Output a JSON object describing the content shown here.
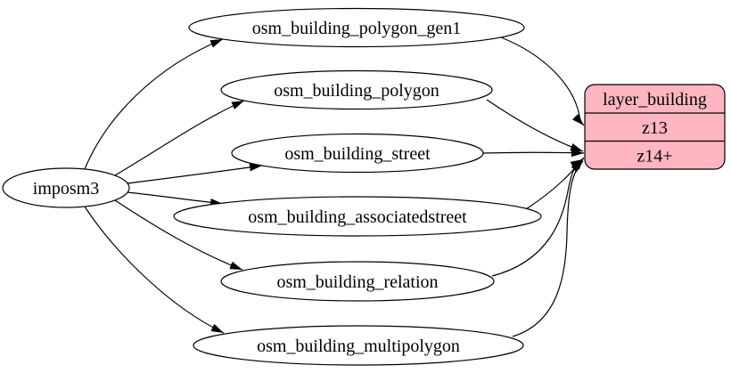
{
  "diagram": {
    "source": {
      "label": "imposm3"
    },
    "tables": [
      {
        "label": "osm_building_polygon_gen1"
      },
      {
        "label": "osm_building_polygon"
      },
      {
        "label": "osm_building_street"
      },
      {
        "label": "osm_building_associatedstreet"
      },
      {
        "label": "osm_building_relation"
      },
      {
        "label": "osm_building_multipolygon"
      }
    ],
    "layer": {
      "title": "layer_building",
      "rows": [
        "z13",
        "z14+"
      ],
      "fill": "#ffb6c1"
    },
    "edges": [
      {
        "from": "imposm3",
        "to": "osm_building_polygon_gen1"
      },
      {
        "from": "imposm3",
        "to": "osm_building_polygon"
      },
      {
        "from": "imposm3",
        "to": "osm_building_street"
      },
      {
        "from": "imposm3",
        "to": "osm_building_associatedstreet"
      },
      {
        "from": "imposm3",
        "to": "osm_building_relation"
      },
      {
        "from": "imposm3",
        "to": "osm_building_multipolygon"
      },
      {
        "from": "osm_building_polygon_gen1",
        "to": "layer_building:z13"
      },
      {
        "from": "osm_building_polygon",
        "to": "layer_building:z14+"
      },
      {
        "from": "osm_building_street",
        "to": "layer_building:z14+"
      },
      {
        "from": "osm_building_associatedstreet",
        "to": "layer_building:z14+"
      },
      {
        "from": "osm_building_relation",
        "to": "layer_building:z14+"
      },
      {
        "from": "osm_building_multipolygon",
        "to": "layer_building:z14+"
      }
    ],
    "colors": {
      "background": "#ffffff",
      "node_fill": "#ffffff",
      "stroke": "#000000",
      "layer_fill": "#ffb6c1"
    }
  }
}
